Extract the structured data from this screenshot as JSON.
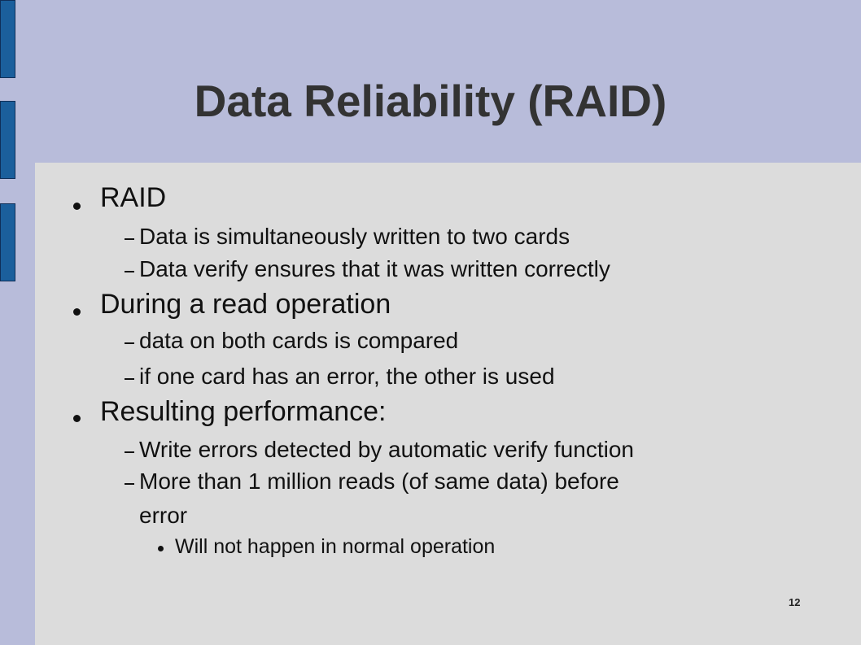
{
  "slide": {
    "title": "Data Reliability (RAID)",
    "page_number": "12",
    "bullets": [
      {
        "text": "RAID",
        "subitems": [
          "Data is simultaneously written to two cards",
          "Data verify ensures that it was written correctly"
        ]
      },
      {
        "text": "During a read operation",
        "subitems": [
          "data on both cards is compared",
          "if one card has an error, the other is used"
        ]
      },
      {
        "text": "Resulting performance:",
        "subitems": [
          "Write errors detected by automatic verify function",
          "More than 1 million reads (of same data) before",
          "error"
        ],
        "subsubitems": [
          "Will not happen in normal operation"
        ]
      }
    ]
  },
  "colors": {
    "background": "#b8bcda",
    "content_panel": "#dcdcdc",
    "side_bar": "#1b5f9c",
    "title_text": "#333333"
  }
}
